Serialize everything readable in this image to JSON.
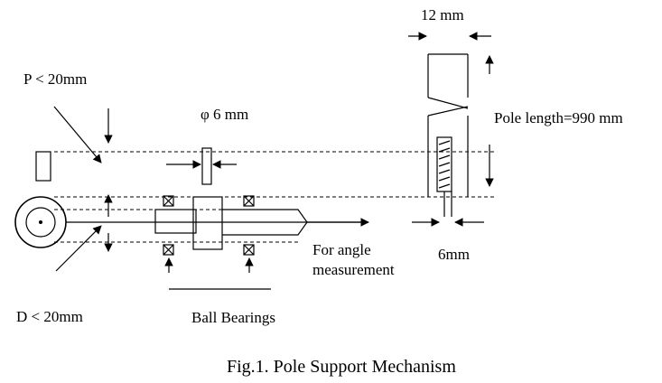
{
  "diagram": {
    "caption": "Fig.1. Pole Support Mechanism",
    "labels": {
      "width_12": "12 mm",
      "p_limit": "P < 20mm",
      "phi_6": "φ 6 mm",
      "pole_length": "Pole length=990 mm",
      "width_6": "6mm",
      "angle_1": "For angle",
      "angle_2": "measurement",
      "d_limit": "D < 20mm",
      "ball_bearings": "Ball Bearings"
    }
  }
}
